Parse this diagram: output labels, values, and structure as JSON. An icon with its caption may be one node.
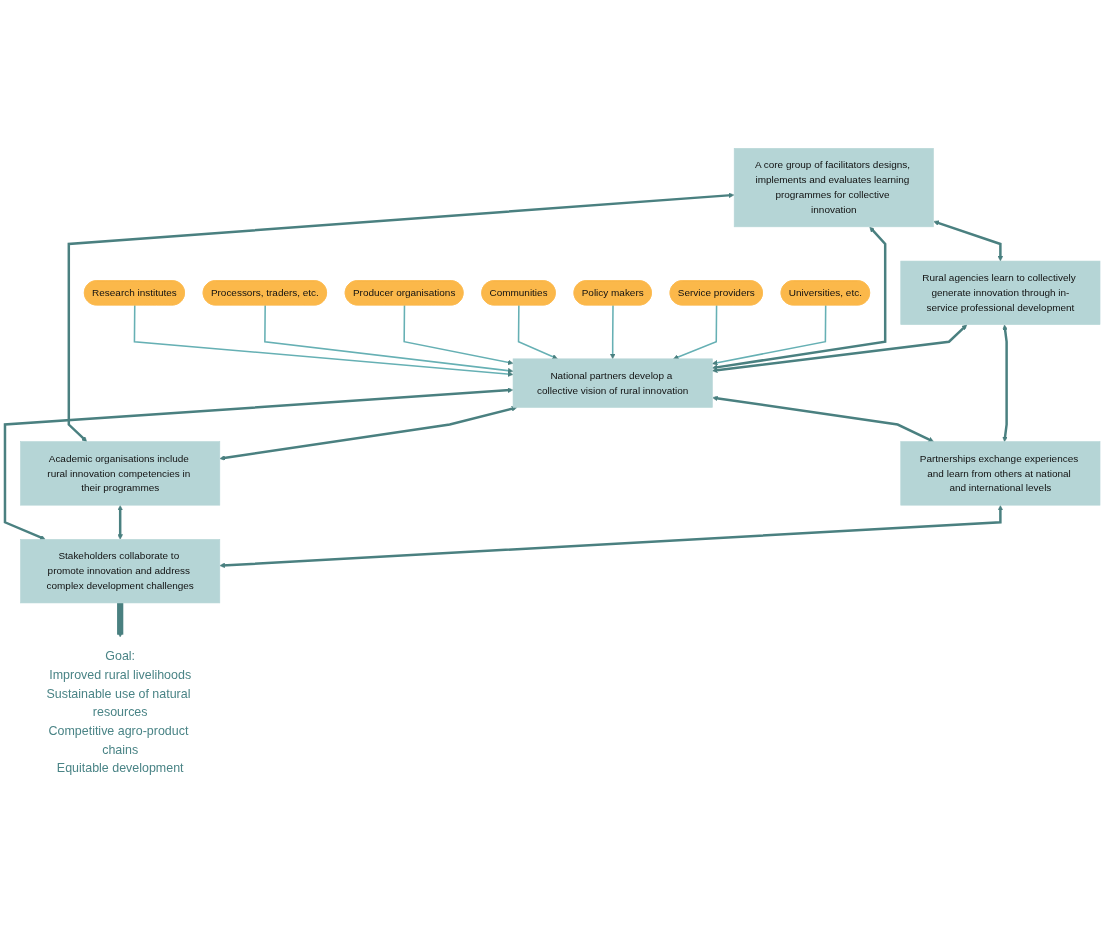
{
  "diagram": {
    "nodes": [
      {
        "text": [
          "Research institutes"
        ]
      },
      {
        "text": [
          "Processors, traders, etc."
        ]
      },
      {
        "text": [
          "Producer organisations"
        ]
      },
      {
        "text": [
          "Communities"
        ]
      },
      {
        "text": [
          "Policy makers"
        ]
      },
      {
        "text": [
          "Service providers"
        ]
      },
      {
        "text": [
          "Universities, etc."
        ]
      },
      {
        "text": [
          "A core group of facilitators designs, implements and evaluates learning programmes for collective innovation"
        ]
      },
      {
        "text": [
          "Rural agencies learn to collectively generate innovation through in-service professional development"
        ]
      },
      {
        "text": [
          "National partners develop a collective vision of rural innovation"
        ]
      },
      {
        "text": [
          "Academic organisations include rural innovation competencies in their programmes"
        ]
      },
      {
        "text": [
          "Partnerships exchange experiences and learn from others at national and international levels"
        ]
      },
      {
        "text": [
          "Stakeholders collaborate to promote innovation and address complex development challenges"
        ]
      },
      {
        "text": [
          "Goal:",
          "Improved rural livelihoods",
          "Sustainable use of natural resources",
          "Competitive agro-product chains",
          "Equitable development"
        ]
      }
    ],
    "edges": [
      {
        "from": 0,
        "to": 9,
        "arrow": "to",
        "color": "#66b0b4"
      },
      {
        "from": 1,
        "to": 9,
        "arrow": "to",
        "color": "#66b0b4"
      },
      {
        "from": 2,
        "to": 9,
        "arrow": "to",
        "color": "#66b0b4"
      },
      {
        "from": 3,
        "to": 9,
        "arrow": "to",
        "color": "#66b0b4"
      },
      {
        "from": 4,
        "to": 9,
        "arrow": "to",
        "color": "#66b0b4"
      },
      {
        "from": 5,
        "to": 9,
        "arrow": "to",
        "color": "#66b0b4"
      },
      {
        "from": 6,
        "to": 9,
        "arrow": "to",
        "color": "#66b0b4"
      },
      {
        "from": 7,
        "to": 8,
        "arrow": "both"
      },
      {
        "from": 7,
        "to": 10,
        "arrow": "both"
      },
      {
        "from": 7,
        "to": 9,
        "arrow": "both"
      },
      {
        "from": 10,
        "to": 9,
        "arrow": "both"
      },
      {
        "from": 8,
        "to": 9,
        "arrow": "both"
      },
      {
        "from": 11,
        "to": 9,
        "arrow": "both"
      },
      {
        "from": 8,
        "to": 11,
        "arrow": "both"
      },
      {
        "from": 9,
        "to": 12,
        "arrow": "both"
      },
      {
        "from": 10,
        "to": 12,
        "arrow": "both"
      },
      {
        "from": 11,
        "to": 12,
        "arrow": "both"
      },
      {
        "from": 12,
        "to": 13,
        "arrow": "to",
        "style": "thick"
      }
    ]
  }
}
